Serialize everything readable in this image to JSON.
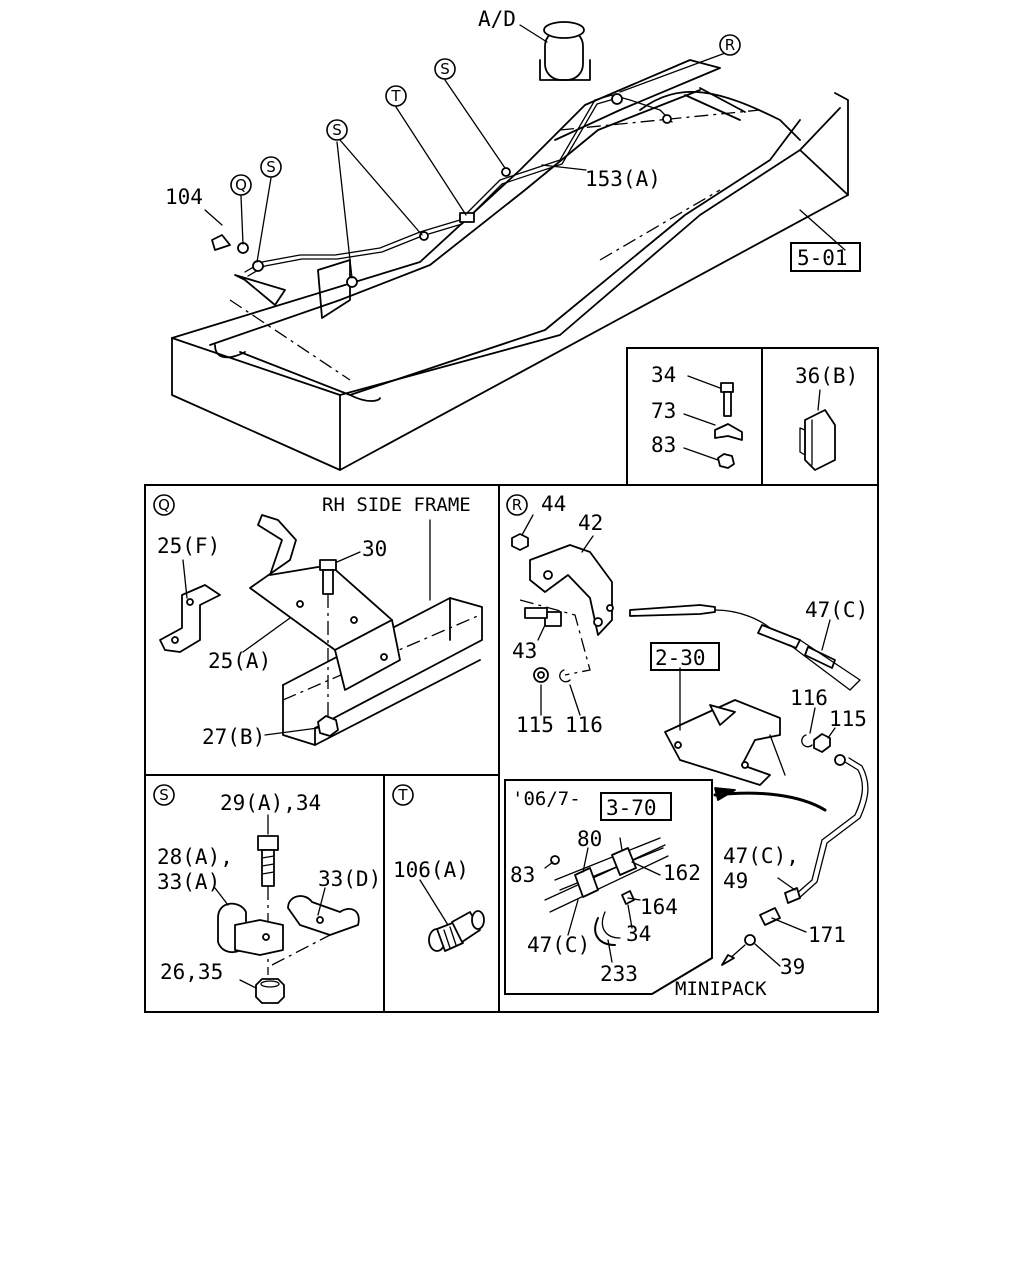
{
  "diagram": {
    "overview": {
      "ad_label": "A/D",
      "ref_box": "5-01",
      "callouts": {
        "c104": "104",
        "c153a": "153(A)"
      },
      "markers": {
        "q": "Q",
        "s": "S",
        "t": "T",
        "r": "R"
      }
    },
    "inset_small": {
      "c34": "34",
      "c73": "73",
      "c83": "83",
      "c36b": "36(B)"
    },
    "panel_q": {
      "marker": "Q",
      "title": "RH SIDE FRAME",
      "c25f": "25(F)",
      "c30": "30",
      "c25a": "25(A)",
      "c27b": "27(B)"
    },
    "panel_r": {
      "marker": "R",
      "c44": "44",
      "c42": "42",
      "c43": "43",
      "c115a": "115",
      "c116a": "116",
      "c47c_top": "47(C)",
      "ref_2_30": "2-30",
      "c116b": "116",
      "c115b": "115",
      "c47c_49_line1": "47(C),",
      "c47c_49_line2": "49",
      "c171": "171",
      "c39": "39",
      "minipack": "MINIPACK",
      "sub": {
        "date": "'06/7-",
        "ref_3_70": "3-70",
        "c80": "80",
        "c83": "83",
        "c162": "162",
        "c164": "164",
        "c34": "34",
        "c47c": "47(C)",
        "c233": "233"
      }
    },
    "panel_s": {
      "marker": "S",
      "c29a34": "29(A),34",
      "c28a_line1": "28(A),",
      "c28a_line2": "33(A)",
      "c33d": "33(D)",
      "c2635": "26,35"
    },
    "panel_t": {
      "marker": "T",
      "c106a": "106(A)"
    }
  }
}
